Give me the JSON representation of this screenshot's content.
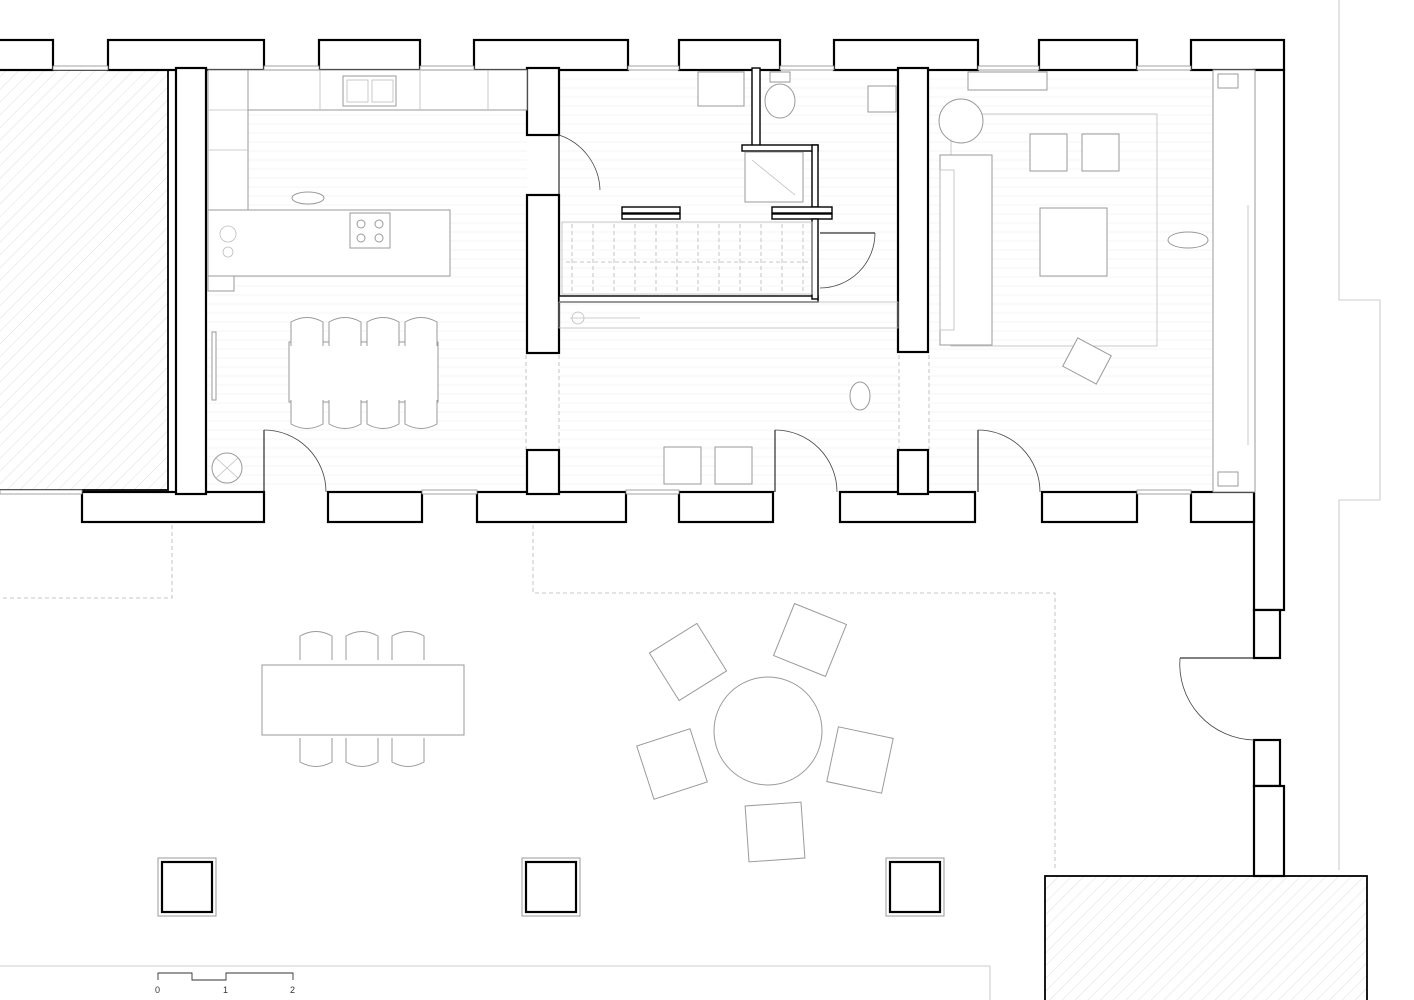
{
  "drawing": {
    "type": "architectural-floor-plan"
  },
  "scale_bar": {
    "labels": [
      "0",
      "1",
      "2"
    ]
  },
  "colors": {
    "wall_stroke": "#000000",
    "furniture_stroke": "#9a9a9a",
    "background": "#ffffff"
  }
}
